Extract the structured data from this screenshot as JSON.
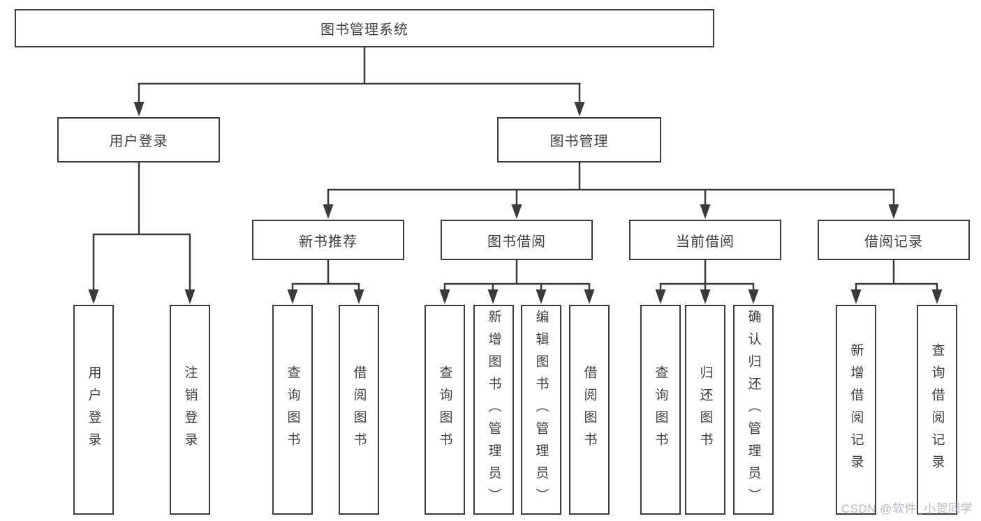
{
  "tree": {
    "root": {
      "label": "图书管理系统"
    },
    "branches": [
      {
        "label": "用户登录",
        "children": [
          "用户登录",
          "注销登录"
        ]
      },
      {
        "label": "图书管理",
        "sections": [
          {
            "label": "新书推荐",
            "children": [
              "查询图书",
              "借阅图书"
            ]
          },
          {
            "label": "图书借阅",
            "children": [
              "查询图书",
              "新增图书（管理员）",
              "编辑图书（管理员）",
              "借阅图书"
            ]
          },
          {
            "label": "当前借阅",
            "children": [
              "查询图书",
              "归还图书",
              "确认归还（管理员）"
            ]
          },
          {
            "label": "借阅记录",
            "children": [
              "新增借阅记录",
              "查询借阅记录"
            ]
          }
        ]
      }
    ]
  },
  "watermark": "CSDN @软件_小贺同学",
  "colors": {
    "line": "#3a3a3a",
    "text": "#3f3f3f",
    "background": "#ffffff",
    "watermark": "#b4b8bf"
  }
}
